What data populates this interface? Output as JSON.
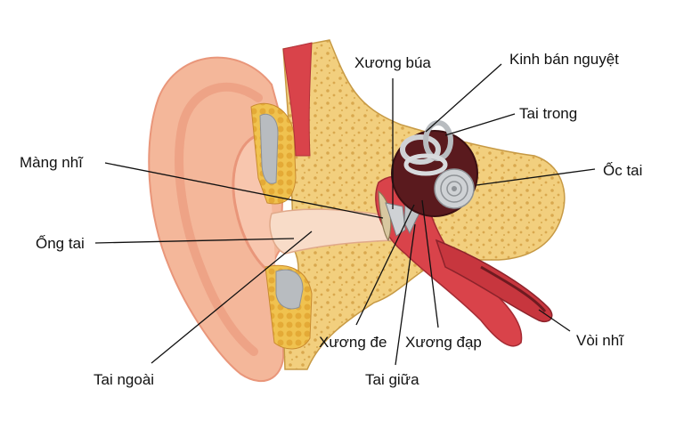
{
  "labels": {
    "xuong_bua": "Xương búa",
    "kinh_ban_nguyet": "Kinh bán nguyệt",
    "tai_trong": "Tai trong",
    "mang_nhi": "Màng nhĩ",
    "oc_tai": "Ốc tai",
    "ong_tai": "Ống tai",
    "xuong_de": "Xương đe",
    "xuong_dap": "Xương đạp",
    "voi_nhi": "Vòi nhĩ",
    "tai_ngoai": "Tai ngoài",
    "tai_giua": "Tai giữa"
  },
  "colors": {
    "skin": "#f4b79a",
    "skin_shadow": "#e9967a",
    "bone": "#f2cf7e",
    "bone_spots": "#d9a84e",
    "cartilage": "#e8b64a",
    "canal": "#f8dcc8",
    "red_tissue": "#d9434a",
    "tube": "#c7363e",
    "inner_dark": "#5a1a1e",
    "gray_bone": "#b8bcc0"
  }
}
